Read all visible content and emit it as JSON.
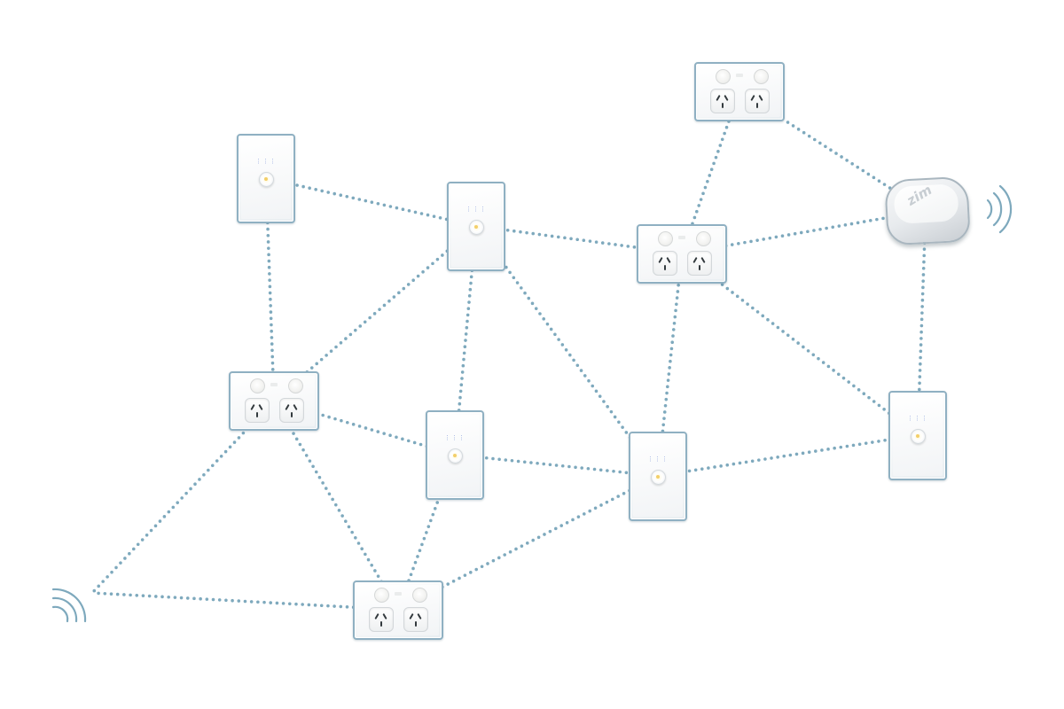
{
  "diagram": {
    "colors": {
      "link": "#7ea9bd",
      "plate_border": "#8fb0c2",
      "wifi": "#7ea9bd",
      "indicator": "#f3cf6a"
    },
    "nodes": [
      {
        "id": "switch-1",
        "kind": "switch"
      },
      {
        "id": "switch-2",
        "kind": "switch"
      },
      {
        "id": "outlet-1",
        "kind": "outlet"
      },
      {
        "id": "outlet-2",
        "kind": "outlet"
      },
      {
        "id": "hub",
        "kind": "hub",
        "logo": "zim"
      },
      {
        "id": "outlet-3",
        "kind": "outlet"
      },
      {
        "id": "switch-3",
        "kind": "switch"
      },
      {
        "id": "switch-4",
        "kind": "switch"
      },
      {
        "id": "switch-5",
        "kind": "switch"
      },
      {
        "id": "outlet-4",
        "kind": "outlet"
      },
      {
        "id": "wifi-left",
        "kind": "wifi"
      }
    ],
    "links": [
      [
        "switch-1",
        "switch-2"
      ],
      [
        "switch-1",
        "outlet-3"
      ],
      [
        "switch-2",
        "outlet-2"
      ],
      [
        "switch-2",
        "outlet-3"
      ],
      [
        "switch-2",
        "switch-3"
      ],
      [
        "switch-2",
        "switch-4"
      ],
      [
        "outlet-1",
        "outlet-2"
      ],
      [
        "outlet-1",
        "hub"
      ],
      [
        "outlet-2",
        "hub"
      ],
      [
        "outlet-2",
        "switch-4"
      ],
      [
        "outlet-2",
        "switch-5"
      ],
      [
        "hub",
        "switch-5"
      ],
      [
        "outlet-3",
        "switch-3"
      ],
      [
        "outlet-3",
        "outlet-4"
      ],
      [
        "outlet-3",
        "wifi-left"
      ],
      [
        "switch-3",
        "switch-4"
      ],
      [
        "switch-3",
        "outlet-4"
      ],
      [
        "switch-4",
        "switch-5"
      ],
      [
        "switch-4",
        "outlet-4"
      ],
      [
        "outlet-4",
        "wifi-left"
      ]
    ]
  }
}
